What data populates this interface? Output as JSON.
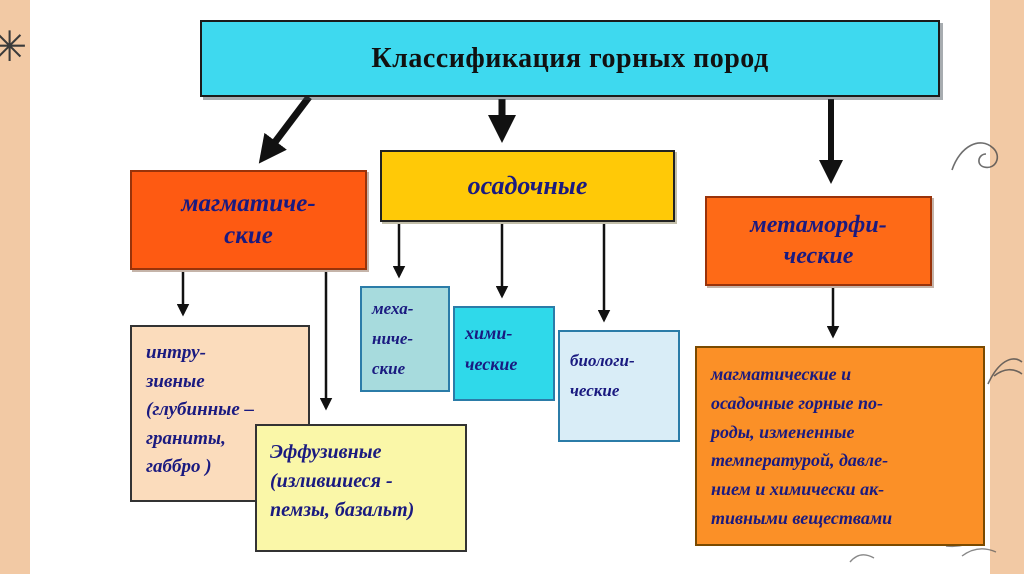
{
  "title": {
    "label": "Классификация горных пород"
  },
  "categories": {
    "magmatic": {
      "label": "магматиче-\nские"
    },
    "sedimentary": {
      "label": "осадочные"
    },
    "metamorphic": {
      "label": "метаморфи-\nческие"
    }
  },
  "subtypes": {
    "intrusive": {
      "label": "интру-\nзивные\n(глубинные –\nграниты,\nгаббро )"
    },
    "effusive": {
      "label": "Эффузивные\n(излившиеся -\nпемзы, базальт)"
    },
    "mechanical": {
      "label": "меха-\nниче-\nские"
    },
    "chemical": {
      "label": "хими-\nческие"
    },
    "biological": {
      "label": "биологи-\nческие"
    },
    "metamorphic_description": {
      "label": "магматические и\nосадочные горные по-\nроды, измененные\nтемпературой, давле-\nнием и химически ак-\nтивными веществами"
    }
  },
  "edges": [
    {
      "from": "title",
      "to": "magmatic"
    },
    {
      "from": "title",
      "to": "sedimentary"
    },
    {
      "from": "title",
      "to": "metamorphic"
    },
    {
      "from": "magmatic",
      "to": "intrusive"
    },
    {
      "from": "magmatic",
      "to": "effusive"
    },
    {
      "from": "sedimentary",
      "to": "mechanical"
    },
    {
      "from": "sedimentary",
      "to": "chemical"
    },
    {
      "from": "sedimentary",
      "to": "biological"
    },
    {
      "from": "metamorphic",
      "to": "metamorphic_description"
    }
  ],
  "icons": {
    "squiggle_star": "✳"
  },
  "palette": {
    "side_strip": "#f2c9a4",
    "title_fill": "#3ed9ef",
    "magmatic_fill": "#fe5a12",
    "sedimentary_fill": "#ffc907",
    "metamorphic_fill": "#fe6a17",
    "intrusive_fill": "#fbdcbc",
    "effusive_fill": "#faf7a8",
    "mechanical_fill": "#a7dbdd",
    "chemical_fill": "#2fd9ea",
    "biological_fill": "#d9edf7",
    "description_fill": "#fb9027",
    "text_dark_blue": "#1a1a80",
    "title_text": "#111111",
    "arrow_color": "#111111"
  }
}
